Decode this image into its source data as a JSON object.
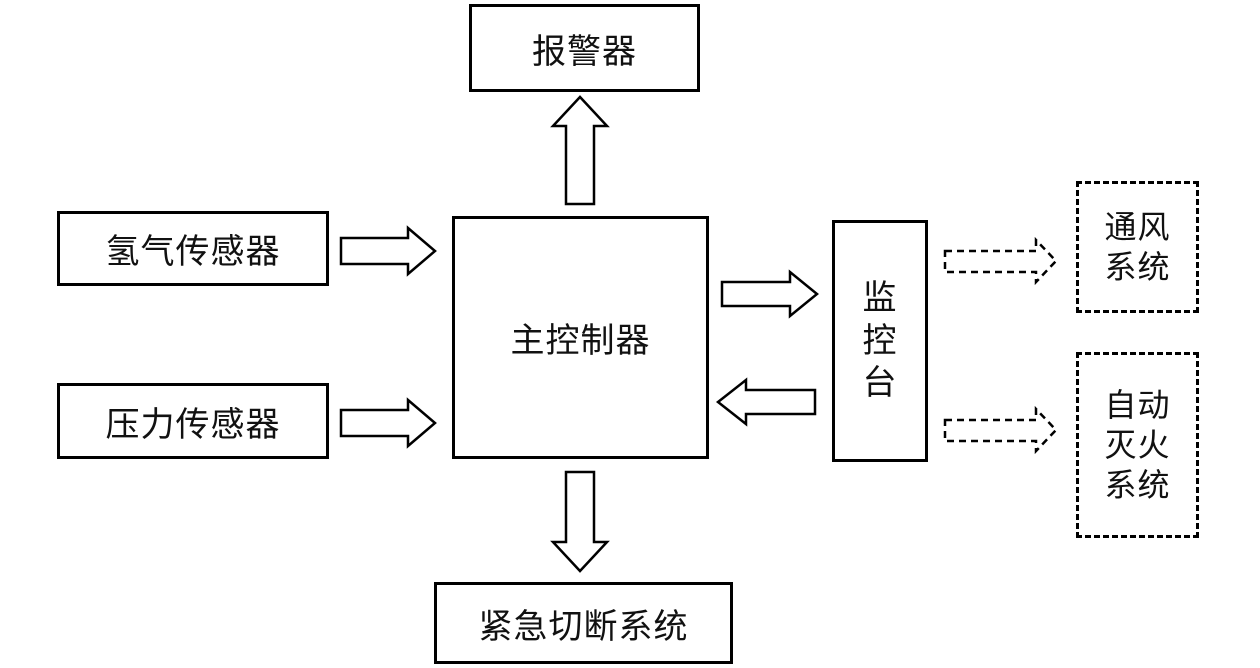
{
  "nodes": {
    "alarm": "报警器",
    "hydrogen_sensor": "氢气传感器",
    "pressure_sensor": "压力传感器",
    "main_controller": "主控制器",
    "emergency_cutoff": "紧急切断系统",
    "monitor_console_lines": [
      "监",
      "控",
      "台"
    ],
    "ventilation_lines": [
      "通风",
      "系统"
    ],
    "fire_suppression_lines": [
      "自动",
      "灭火",
      "系统"
    ]
  }
}
